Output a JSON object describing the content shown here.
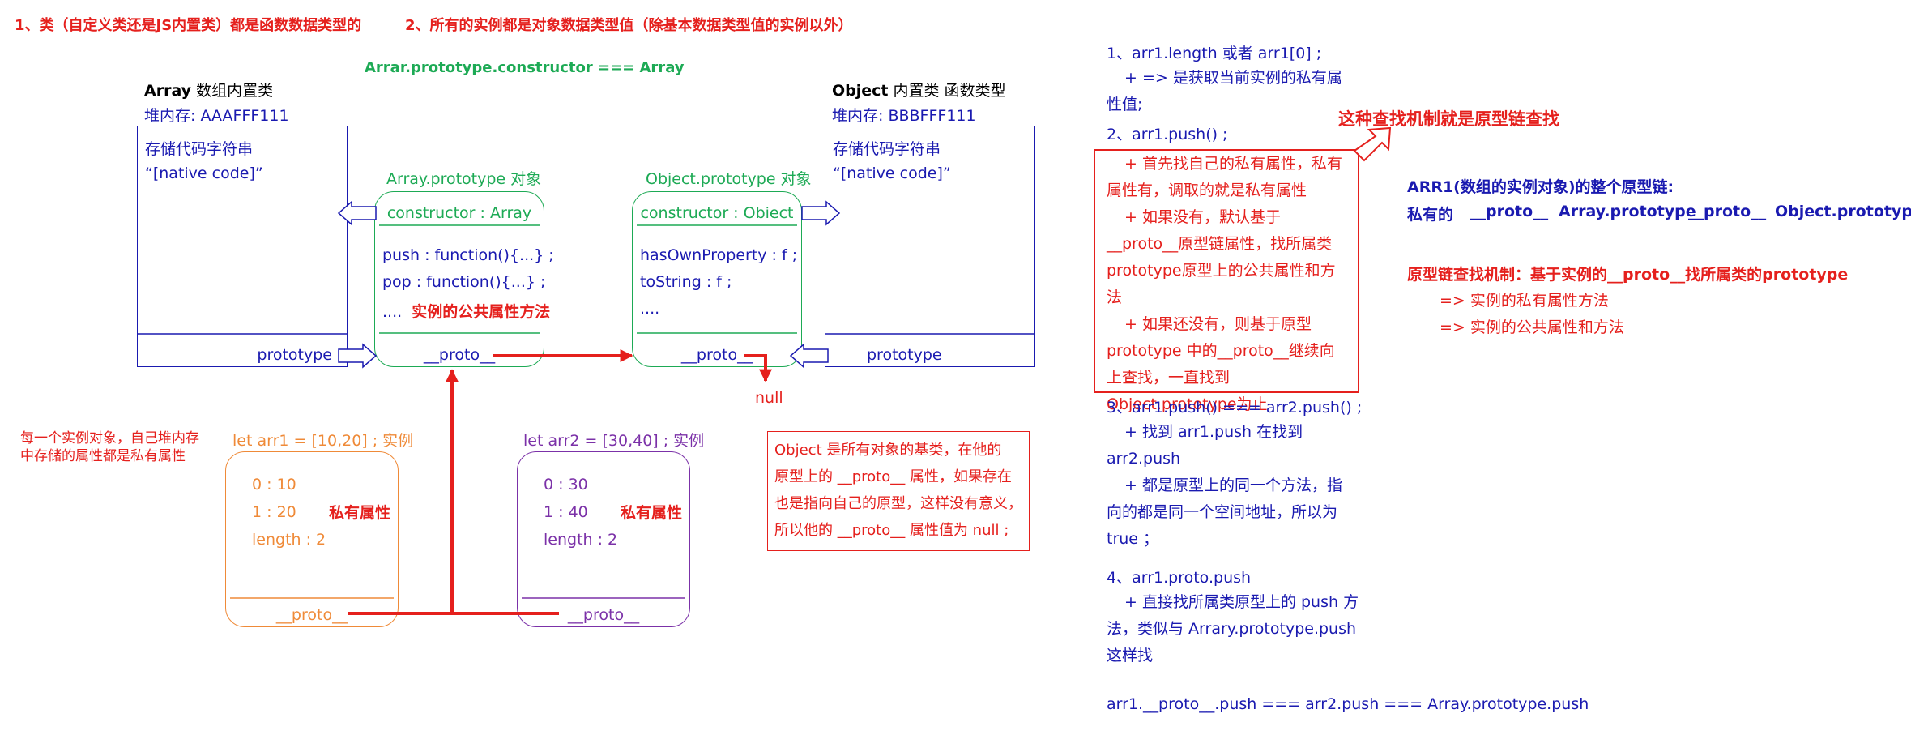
{
  "header": {
    "note1": "1、类（自定义类还是JS内置类）都是函数数据类型的",
    "note2": "2、所有的实例都是对象数据类型值（除基本数据类型值的实例以外）",
    "constructor_eq": "Arrar.prototype.constructor === Array"
  },
  "array_class": {
    "title_strong": "Array",
    "title_rest": " 数组内置类",
    "heap": "堆内存:  AAAFFF111",
    "line1": "存储代码字符串",
    "line2": "“[native code]”",
    "prototype_label": "prototype"
  },
  "object_class": {
    "title_strong": "Object",
    "title_rest": " 内置类     函数类型",
    "heap": "堆内存:  BBBFFF111",
    "line1": "存储代码字符串",
    "line2": "“[native code]”",
    "prototype_label": "prototype"
  },
  "array_proto": {
    "title": "Array.prototype  对象",
    "constructor": "constructor : Array",
    "push": "push  :  function(){...} ;",
    "pop": "pop  :  function(){...} ;",
    "more_dots": "....",
    "more_label": "实例的公共属性方法",
    "proto": "__proto__"
  },
  "object_proto": {
    "title": "Object.prototype  对象",
    "constructor": "constructor : Obiect",
    "has_own": "hasOwnProperty  :  f  ;",
    "to_string": "toString  :  f ;",
    "more_dots": "....",
    "proto": "__proto__",
    "null_label": "null"
  },
  "instance_note": "每一个实例对象，自己堆内存中存储的属性都是私有属性",
  "arr1": {
    "title": "let arr1 = [10,20] ;  实例",
    "items": [
      "0  :  10",
      "1  :  20",
      "length  :  2"
    ],
    "private_label": "私有属性",
    "proto": "__proto__"
  },
  "arr2": {
    "title": "let arr2 = [30,40] ;  实例",
    "items": [
      "0  :  30",
      "1  :  40",
      "length  :  2"
    ],
    "private_label": "私有属性",
    "proto": "__proto__"
  },
  "object_note": {
    "lines": [
      "Object 是所有对象的基类，在他的",
      "原型上的 __proto__ 属性，如果存在",
      "也是指向自己的原型，这样没有意义，",
      "所以他的 __proto__ 属性值为 null ;"
    ]
  },
  "right_notes": {
    "n1_title": "1、arr1.length  或者  arr1[0] ;",
    "n1_body": "+ => 是获取当前实例的私有属性值;",
    "n2_title": "2、arr1.push() ;",
    "n2_items": [
      "+ 首先找自己的私有属性，私有属性有，调取的就是私有属性",
      "+ 如果没有，默认基于__proto__原型链属性，找所属类 prototype原型上的公共属性和方法",
      "+ 如果还没有，则基于原型prototype 中的__proto__继续向上查找，一直找到Object.prototype为止"
    ],
    "callout": "这种查找机制就是原型链查找",
    "n3_title": "3、arr1.push() === arr2.push() ;",
    "n3_items": [
      "+ 找到  arr1.push  在找到arr2.push",
      "+ 都是原型上的同一个方法，指向的都是同一个空间地址，所以为 true ；"
    ],
    "n4_title": "4、arr1.proto.push",
    "n4_body": "+ 直接找所属类原型上的  push  方法，类似与  Arrary.prototype.push 这样找",
    "final": "arr1.__proto__.push === arr2.push === Array.prototype.push"
  },
  "chain": {
    "title": "ARR1(数组的实例对象)的整个原型链:",
    "parts": [
      "私有的",
      "__proto__",
      "Array.prototype",
      "__proto__",
      "Object.prototype"
    ],
    "mechanism": "原型链查找机制：基于实例的__proto__找所属类的prototype",
    "step1": "=> 实例的私有属性方法",
    "step2": "=> 实例的公共属性和方法"
  },
  "colors": {
    "red": "#e5201d",
    "blue": "#1a1ab0",
    "green": "#1daa55",
    "orange": "#ef8a38",
    "purple": "#7b31a8"
  }
}
